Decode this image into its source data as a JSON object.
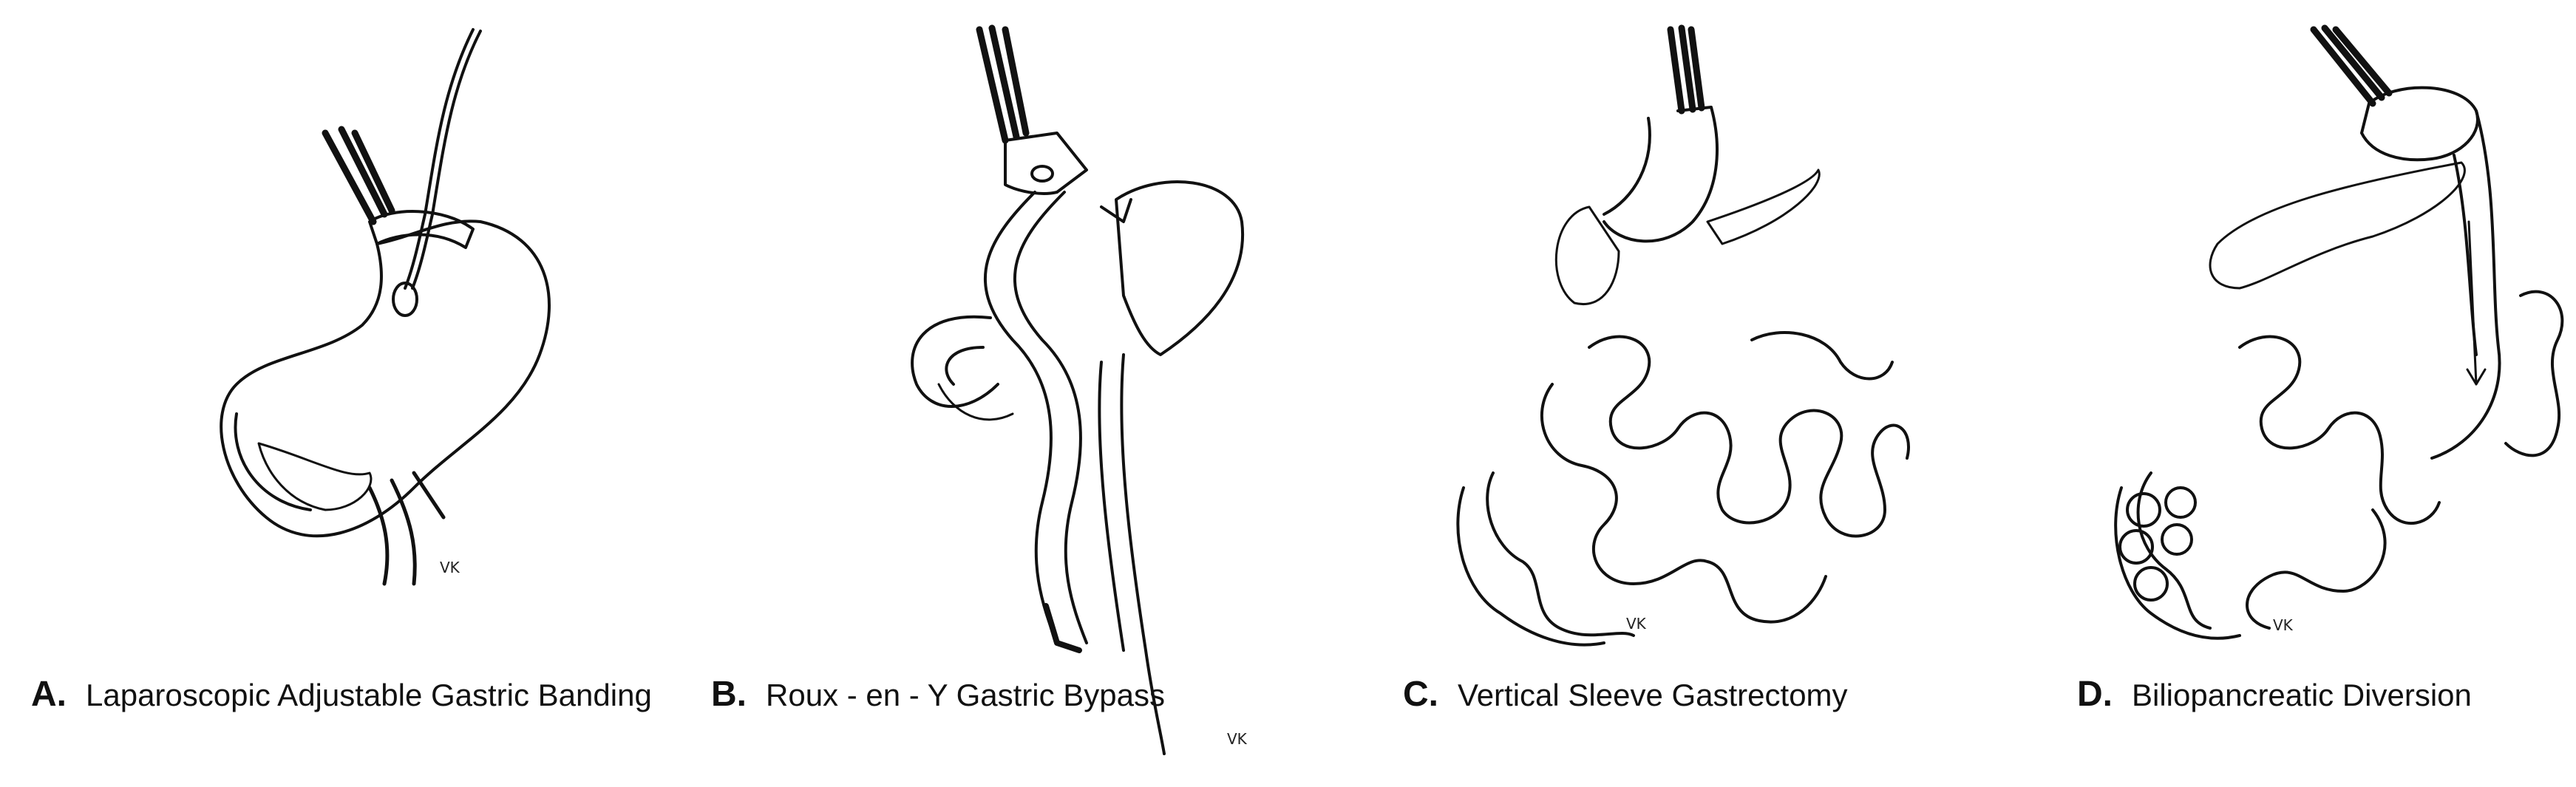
{
  "panels": [
    {
      "letter": "A.",
      "title": "Laparoscopic Adjustable Gastric Banding",
      "signature": "VK"
    },
    {
      "letter": "B.",
      "title": "Roux - en - Y Gastric Bypass",
      "signature": "VK"
    },
    {
      "letter": "C.",
      "title": "Vertical Sleeve Gastrectomy",
      "signature": "VK"
    },
    {
      "letter": "D.",
      "title": "Biliopancreatic Diversion",
      "signature": "VK"
    }
  ],
  "colors": {
    "ink": "#111111",
    "background": "#ffffff"
  }
}
